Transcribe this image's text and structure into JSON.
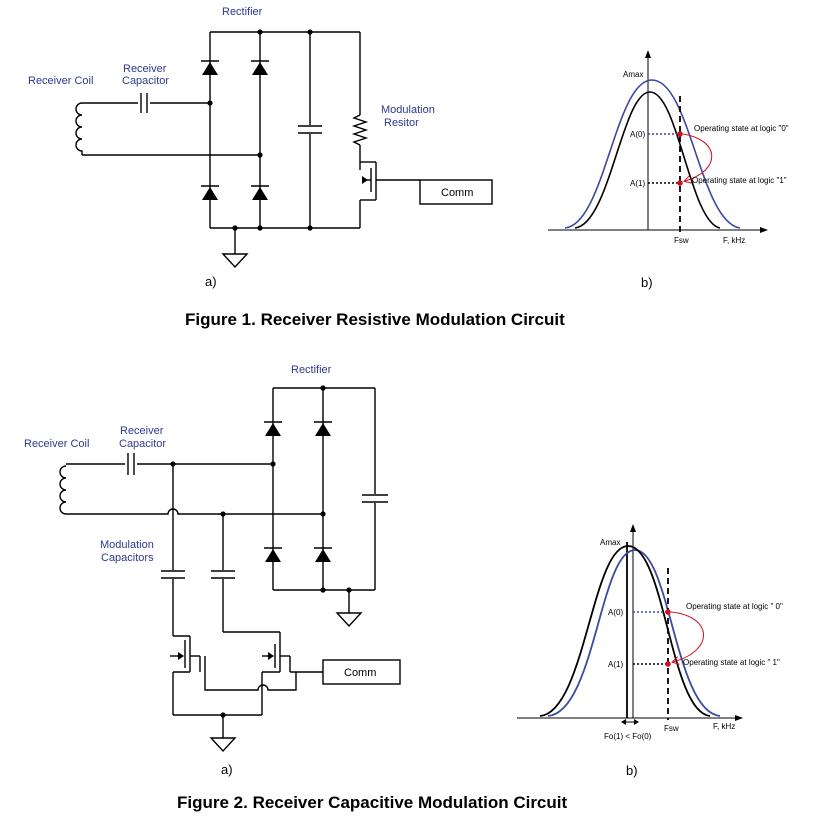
{
  "figure1": {
    "caption": "Figure 1.  Receiver Resistive Modulation Circuit",
    "circuit": {
      "rectifier": "Rectifier",
      "receiver_coil": "Receiver Coil",
      "receiver_capacitor_line1": "Receiver",
      "receiver_capacitor_line2": "Capacitor",
      "modulation_resistor_line1": "Modulation",
      "modulation_resistor_line2": "Resitor",
      "comm": "Comm",
      "sublabel": "a)"
    },
    "plot": {
      "amax": "Amax",
      "a0": "A(0)",
      "a1": "A(1)",
      "state0": "Operating state at logic \"0\"",
      "state1": "Operating state at logic \"1\"",
      "fsw": "Fsw",
      "xlabel": "F, kHz",
      "sublabel": "b)"
    }
  },
  "figure2": {
    "caption": "Figure 2.  Receiver Capacitive Modulation Circuit",
    "circuit": {
      "rectifier": "Rectifier",
      "receiver_coil": "Receiver Coil",
      "receiver_capacitor_line1": "Receiver",
      "receiver_capacitor_line2": "Capacitor",
      "modulation_capacitors_line1": "Modulation",
      "modulation_capacitors_line2": "Capacitors",
      "comm": "Comm",
      "sublabel": "a)"
    },
    "plot": {
      "amax": "Amax",
      "a0": "A(0)",
      "a1": "A(1)",
      "state0": "Operating state at logic \" 0\"",
      "state1": "Operating state at logic \" 1\"",
      "fsw": "Fsw",
      "xlabel": "F, kHz",
      "fo_label": "Fo(1) < Fo(0)",
      "sublabel": "b)"
    }
  },
  "colors": {
    "label_blue": "#2e3a8c",
    "curve_blue": "#3a4aa0",
    "marker_red": "#d01020"
  }
}
